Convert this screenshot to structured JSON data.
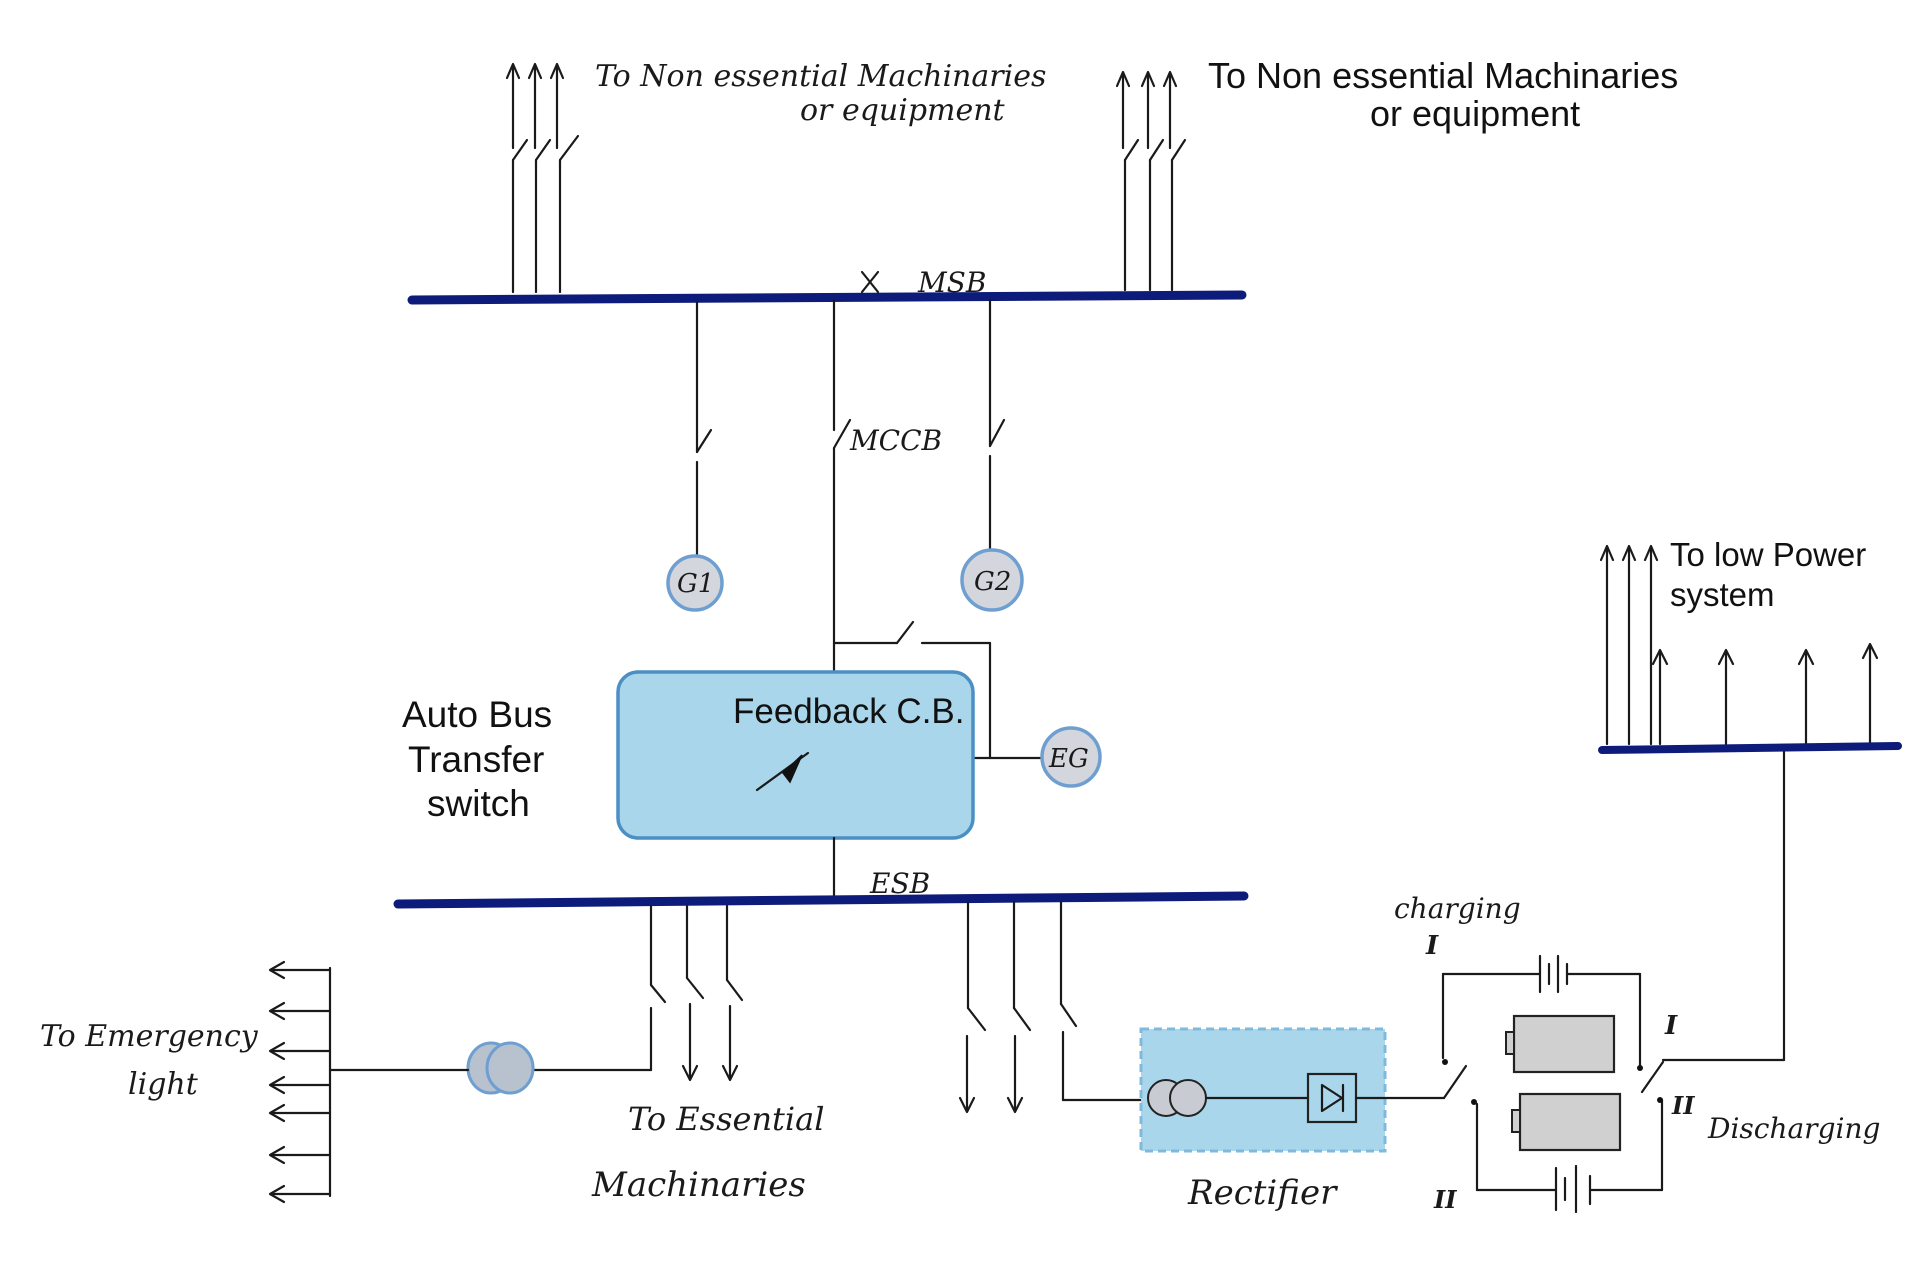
{
  "labels": {
    "top_left_line1": "To Non essential Machinaries",
    "top_left_line2": "or equipment",
    "top_right_line1": "To Non essential Machinaries",
    "top_right_line2": "or equipment",
    "msb": "MSB",
    "mccb": "MCCB",
    "auto_bus_line1": "Auto Bus",
    "auto_bus_line2": "Transfer",
    "auto_bus_line3": "switch",
    "feedback": "Feedback C.B.",
    "esb": "ESB",
    "low_power_line1": "To low Power",
    "low_power_line2": "system",
    "emergency_line1": "To Emergency",
    "emergency_line2": "light",
    "essential_line1": "To Essential",
    "essential_line2": "Machinaries",
    "rectifier": "Rectifier",
    "charging": "charging",
    "discharging": "Discharging",
    "roman_one_charging": "I",
    "roman_one_right": "I",
    "roman_two_right": "II",
    "roman_two_bottom": "II"
  },
  "generators": {
    "g1": "G1",
    "g2": "G2",
    "eg": "EG"
  },
  "colors": {
    "busbar": "#0d1b7a",
    "ats_fill": "#a9d6ea",
    "ats_stroke": "#4b8fc4",
    "rectifier_fill": "#a9d6ea",
    "generator_fill": "#d3d6dc",
    "battery_fill": "#d0d0d0"
  }
}
